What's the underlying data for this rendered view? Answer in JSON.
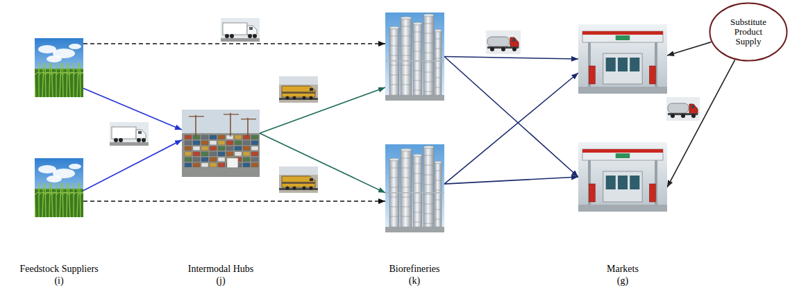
{
  "diagram": {
    "nodes": [
      {
        "text": []
      },
      {
        "text": []
      },
      {
        "text": []
      },
      {
        "text": []
      },
      {
        "text": []
      },
      {
        "text": []
      },
      {
        "text": []
      },
      {
        "text": [
          "Substitute Product Supply"
        ]
      }
    ],
    "edges": [
      {
        "from": 0,
        "to": 3,
        "arrow": "to"
      },
      {
        "from": 0,
        "to": 2,
        "arrow": "to"
      },
      {
        "from": 1,
        "to": 2,
        "arrow": "to"
      },
      {
        "from": 1,
        "to": 4,
        "arrow": "to"
      },
      {
        "from": 2,
        "to": 3,
        "arrow": "to"
      },
      {
        "from": 2,
        "to": 4,
        "arrow": "to"
      },
      {
        "from": 3,
        "to": 5,
        "arrow": "to"
      },
      {
        "from": 3,
        "to": 6,
        "arrow": "to"
      },
      {
        "from": 4,
        "to": 5,
        "arrow": "to"
      },
      {
        "from": 4,
        "to": 6,
        "arrow": "to"
      },
      {
        "from": 7,
        "to": 5,
        "arrow": "to"
      },
      {
        "from": 7,
        "to": 6,
        "arrow": "to"
      }
    ],
    "labels": [
      "Feedstock Suppliers",
      "(i)",
      "Intermodal Hubs",
      "(j)",
      "Biorefineries",
      "(k)",
      "Markets",
      "(g)"
    ]
  }
}
